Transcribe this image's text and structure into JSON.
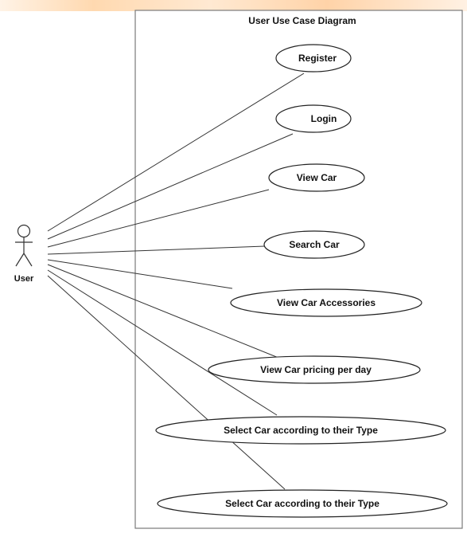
{
  "diagram": {
    "title": "User Use Case Diagram",
    "actor": {
      "name": "User"
    },
    "use_cases": [
      {
        "label": "Register"
      },
      {
        "label": "Login"
      },
      {
        "label": "View Car"
      },
      {
        "label": "Search Car"
      },
      {
        "label": "View Car Accessories"
      },
      {
        "label": "View Car pricing per day"
      },
      {
        "label": "Select Car according to their Type"
      },
      {
        "label": "Select Car according to their Type"
      }
    ]
  }
}
